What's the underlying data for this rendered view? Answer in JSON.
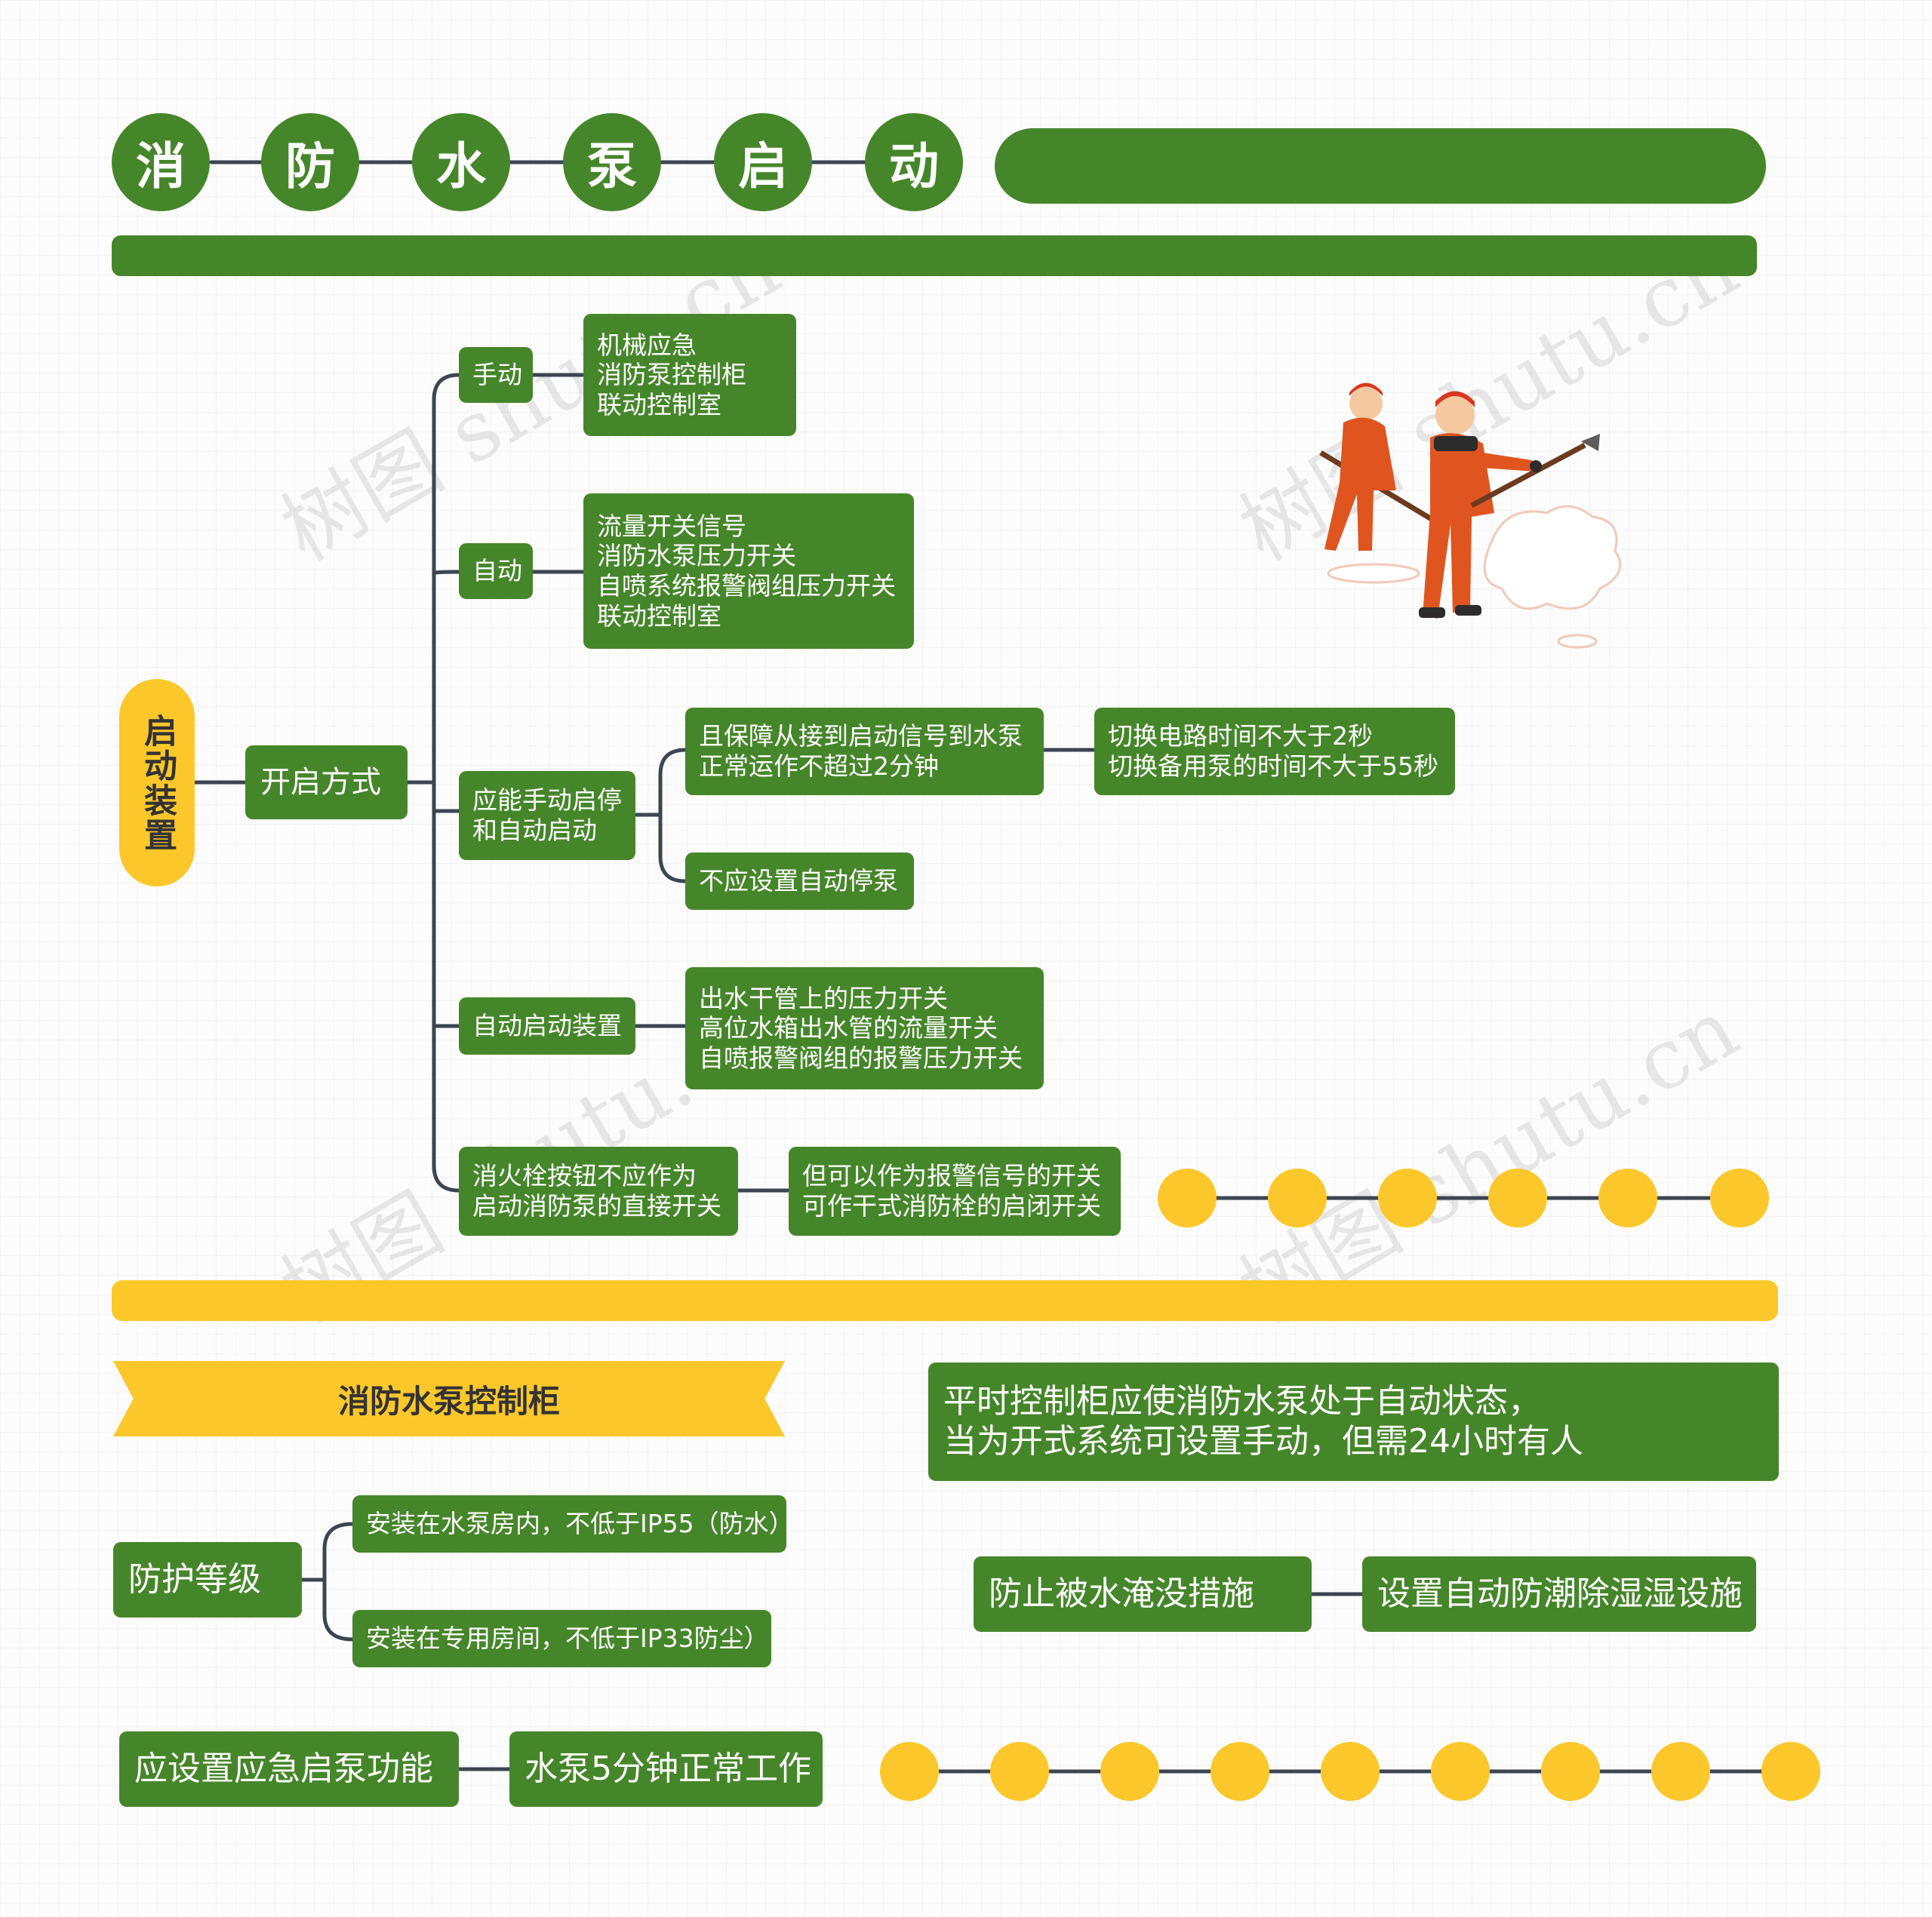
{
  "title": {
    "chars": [
      "消",
      "防",
      "水",
      "泵",
      "启",
      "动"
    ]
  },
  "colors": {
    "green": "#46862a",
    "yellow": "#fcc72b",
    "connector": "#3c4552"
  },
  "mindmap": {
    "root": "启动装置",
    "main": "开启方式",
    "manual": {
      "label": "手动",
      "detail": [
        "机械应急",
        "消防泵控制柜",
        "联动控制室"
      ]
    },
    "auto": {
      "label": "自动",
      "detail": [
        "流量开关信号",
        "消防水泵压力开关",
        "自喷系统报警阀组压力开关",
        "联动控制室"
      ]
    },
    "both": {
      "label": [
        "应能手动启停",
        "和自动启动"
      ],
      "guarantee": [
        "且保障从接到启动信号到水泵",
        "正常运作不超过2分钟"
      ],
      "switch": [
        "切换电路时间不大于2秒",
        "切换备用泵的时间不大于55秒"
      ],
      "nostop": "不应设置自动停泵"
    },
    "auto_device": {
      "label": "自动启动装置",
      "detail": [
        "出水干管上的压力开关",
        "高位水箱出水管的流量开关",
        "自喷报警阀组的报警压力开关"
      ]
    },
    "hydrant": {
      "label": [
        "消火栓按钮不应作为",
        "启动消防泵的直接开关"
      ],
      "detail": [
        "但可以作为报警信号的开关",
        "可作干式消防栓的启闭开关"
      ]
    }
  },
  "cabinet": {
    "title": "消防水泵控制柜",
    "note": [
      "平时控制柜应使消防水泵处于自动状态，",
      "当为开式系统可设置手动，但需24小时有人"
    ],
    "protection": {
      "label": "防护等级",
      "items": [
        "安装在水泵房内，不低于IP55（防水）",
        "安装在专用房间，不低于IP33防尘）"
      ]
    },
    "flood": {
      "label": "防止被水淹没措施",
      "detail": "设置自动防潮除湿湿设施"
    },
    "emergency": {
      "label": "应设置应急启泵功能",
      "detail": "水泵5分钟正常工作"
    }
  },
  "watermark": "树图 shutu.cn",
  "illustration": "workers-shoveling-snow"
}
